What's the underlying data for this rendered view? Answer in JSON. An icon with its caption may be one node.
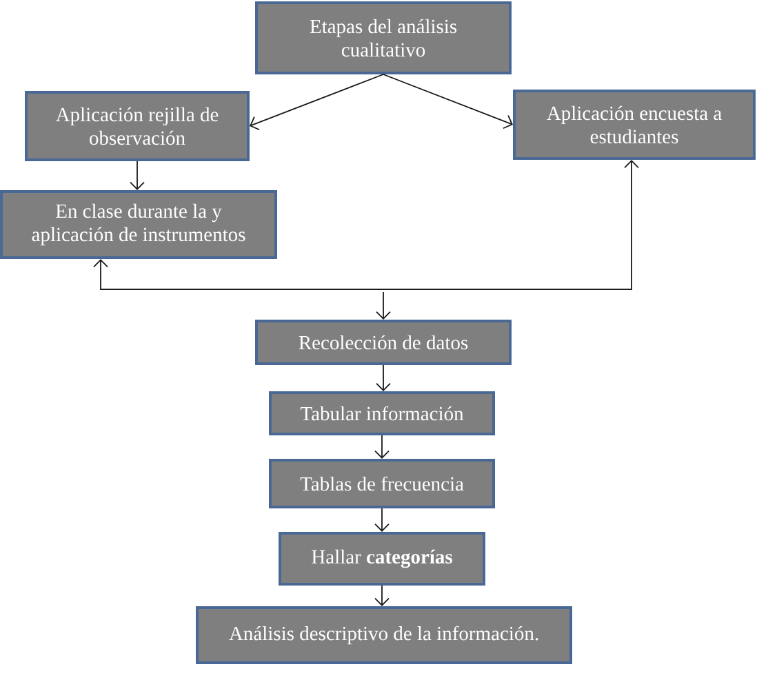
{
  "diagram": {
    "nodes": [
      {
        "text": [
          "Etapas del análisis cualitativo"
        ]
      },
      {
        "text": [
          "Aplicación rejilla de observación"
        ]
      },
      {
        "text": [
          "Aplicación encuesta a estudiantes"
        ]
      },
      {
        "text": [
          "En clase durante la y aplicación de instrumentos"
        ]
      },
      {
        "text": [
          "Recolección de datos"
        ]
      },
      {
        "text": [
          "Tabular información"
        ]
      },
      {
        "text": [
          "Tablas de frecuencia"
        ]
      },
      {
        "text": [
          "Hallar **categorías**"
        ]
      },
      {
        "text": [
          "Análisis descriptivo de la información."
        ]
      }
    ],
    "edges": [
      {
        "from": 0,
        "to": 1,
        "arrow": "to"
      },
      {
        "from": 0,
        "to": 2,
        "arrow": "to"
      },
      {
        "from": 1,
        "to": 3,
        "arrow": "to"
      },
      {
        "from": 3,
        "to": 2,
        "arrow": "both"
      },
      {
        "from": null,
        "to": 4,
        "arrow": "to"
      },
      {
        "from": 4,
        "to": 5,
        "arrow": "to"
      },
      {
        "from": 5,
        "to": 6,
        "arrow": "to"
      },
      {
        "from": 6,
        "to": 7,
        "arrow": "to"
      },
      {
        "from": 7,
        "to": 8,
        "arrow": "to"
      }
    ]
  }
}
